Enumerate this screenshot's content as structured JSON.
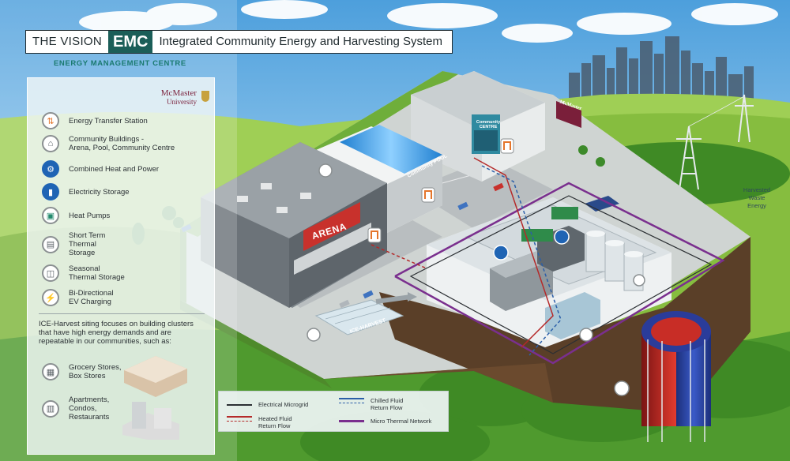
{
  "header": {
    "vision": "THE VISION",
    "emc": "EMC",
    "title": "Integrated Community Energy and Harvesting System",
    "subtitle": "ENERGY MANAGEMENT CENTRE"
  },
  "legend": {
    "logo_name": "McMaster",
    "logo_university": "University",
    "items": [
      {
        "label": "Energy Transfer Station",
        "icon": "energy-transfer-station-icon"
      },
      {
        "label": "Community Buildings -\nArena, Pool, Community Centre",
        "icon": "community-buildings-icon"
      },
      {
        "label": "Combined Heat and Power",
        "icon": "combined-heat-power-icon"
      },
      {
        "label": "Electricity Storage",
        "icon": "electricity-storage-icon"
      },
      {
        "label": "Heat Pumps",
        "icon": "heat-pump-icon"
      },
      {
        "label": "Short Term\nThermal\nStorage",
        "icon": "short-term-thermal-storage-icon"
      },
      {
        "label": "Seasonal\nThermal Storage",
        "icon": "seasonal-thermal-storage-icon"
      },
      {
        "label": "Bi-Directional\nEV Charging",
        "icon": "ev-charging-icon"
      }
    ],
    "note": "ICE-Harvest siting focuses on building clusters that have high energy demands and are repeatable in our communities, such as:",
    "examples": [
      {
        "label": "Grocery Stores,\nBox Stores",
        "icon": "grocery-store-icon"
      },
      {
        "label": "Apartments,\nCondos,\nRestaurants",
        "icon": "apartment-icon"
      }
    ]
  },
  "flow_legend": {
    "electrical": "Electrical Microgrid",
    "chilled": "Chilled Fluid\nReturn Flow",
    "heated": "Heated Fluid\nReturn Flow",
    "thermal": "Micro Thermal Network"
  },
  "scene": {
    "arena": "ARENA",
    "community_centre": "Community\nCENTRE",
    "pool": "Community POOL",
    "ice_harvest": "ICE-HARVEST",
    "billboard": "McMaster",
    "waste_energy": "Harvested\nWaste\nEnergy"
  },
  "colors": {
    "emc_teal": "#1b5e58",
    "subtitle_teal": "#1b7a70",
    "electrical": "#2b2f33",
    "heated": "#b52a2a",
    "chilled": "#2c5fa8",
    "thermal": "#7a2f8e",
    "arena_red": "#c8312c"
  }
}
